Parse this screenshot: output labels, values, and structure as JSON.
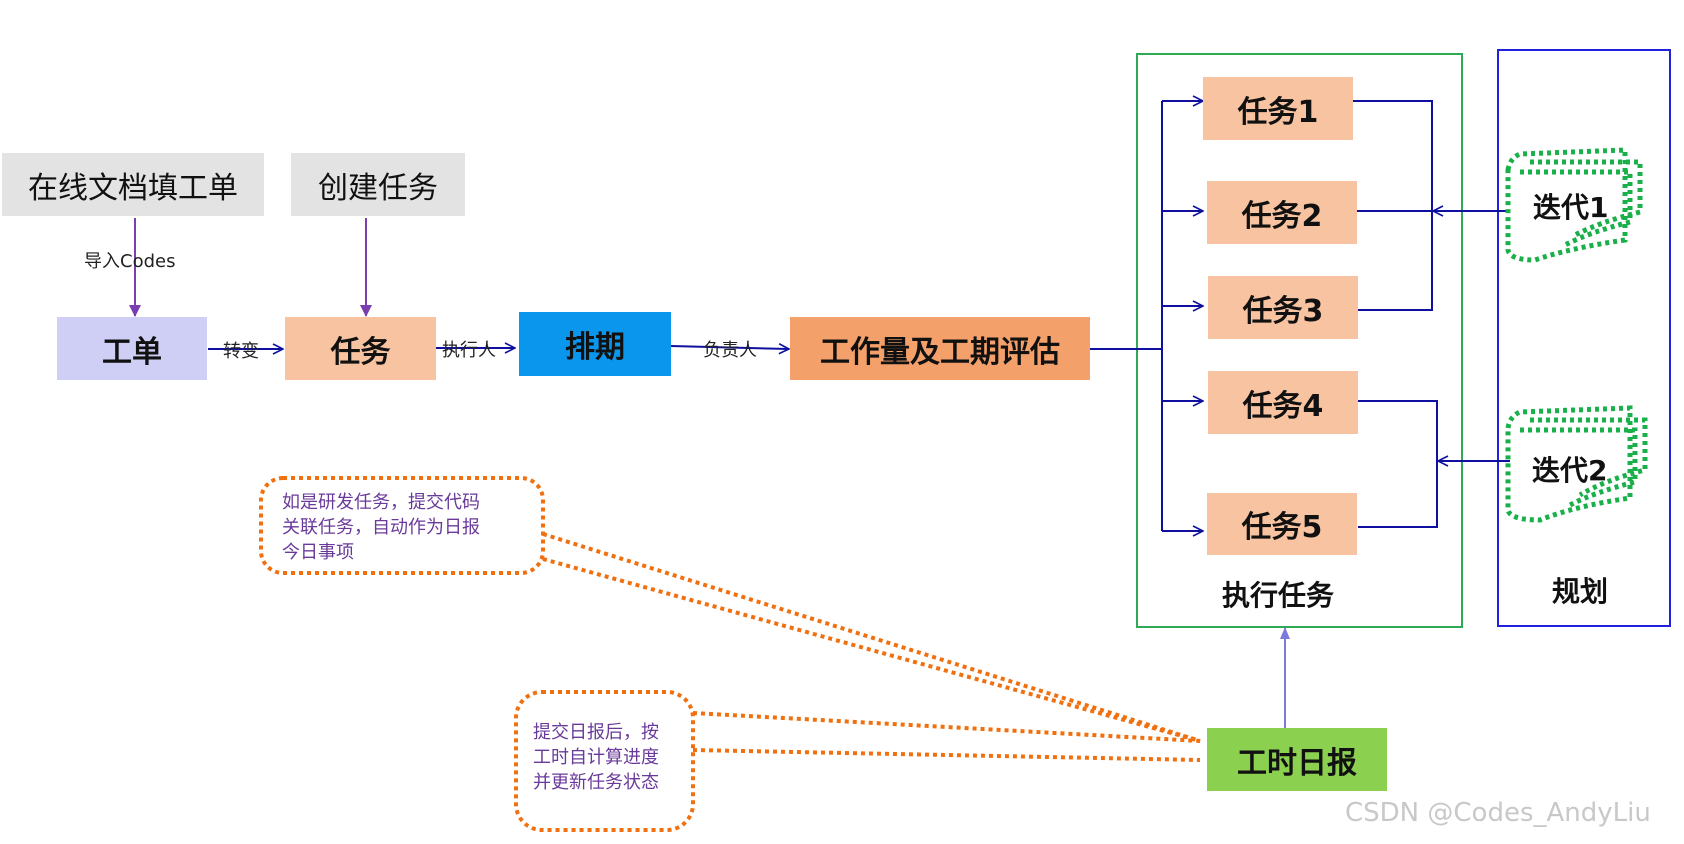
{
  "nodes": {
    "online_doc": "在线文档填工单",
    "create_task": "创建任务",
    "ticket": "工单",
    "task": "任务",
    "schedule": "排期",
    "estimate": "工作量及工期评估",
    "daily_report": "工时日报"
  },
  "edge_labels": {
    "import_codes": "导入Codes",
    "convert": "转变",
    "executor": "执行人",
    "owner": "负责人"
  },
  "execution": {
    "title": "执行任务",
    "tasks": [
      "任务1",
      "任务2",
      "任务3",
      "任务4",
      "任务5"
    ]
  },
  "planning": {
    "title": "规划",
    "iterations": [
      "迭代1",
      "迭代2"
    ]
  },
  "notes": {
    "note1": "如是研发任务，提交代码\n关联任务，自动作为日报\n今日事项",
    "note2": "提交日报后，按\n工时自计算进度\n并更新任务状态"
  },
  "watermark": "CSDN @Codes_AndyLiu",
  "colors": {
    "arrow": "#1010a0",
    "purple_arrow": "#7a3eb0",
    "dotted_orange": "#f07010",
    "dotted_green": "#19b04a",
    "exec_border": "#2eaa55",
    "plan_border": "#2020dd"
  }
}
